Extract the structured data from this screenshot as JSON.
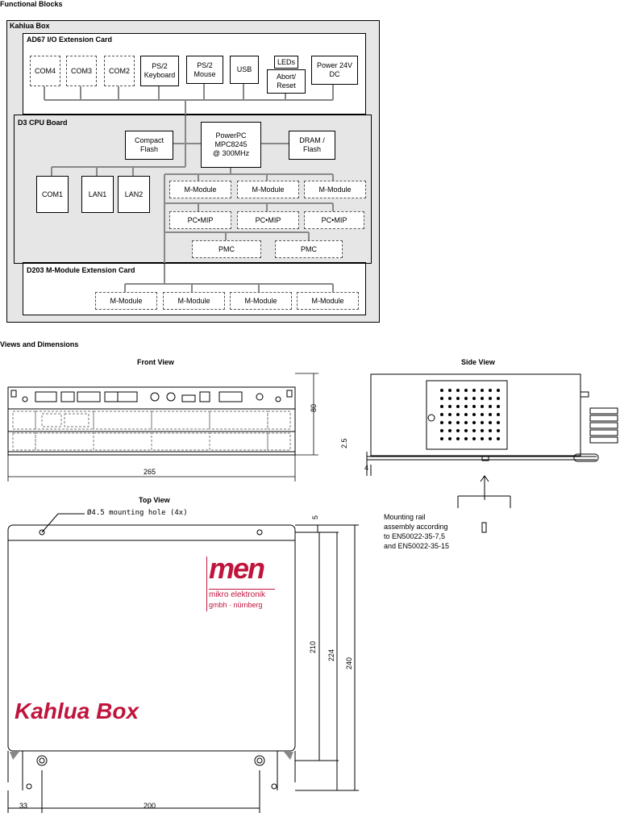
{
  "sections": {
    "functional_blocks": "Functional Blocks",
    "views_dimensions": "Views and Dimensions"
  },
  "box": {
    "title": "Kahlua Box",
    "io_card": {
      "title": "AD67 I/O Extension Card",
      "com4": "COM4",
      "com3": "COM3",
      "com2": "COM2",
      "ps2_keyboard": "PS/2\nKeyboard",
      "ps2_mouse": "PS/2\nMouse",
      "usb": "USB",
      "leds": "LEDs",
      "abort_reset": "Abort/\nReset",
      "power": "Power 24V\nDC"
    },
    "cpu_board": {
      "title": "D3 CPU Board",
      "compact_flash": "Compact\nFlash",
      "cpu": "PowerPC\nMPC8245\n@ 300MHz",
      "dram": "DRAM /\nFlash",
      "com1": "COM1",
      "lan1": "LAN1",
      "lan2": "LAN2",
      "mmodule": "M-Module",
      "pcmip": "PC•MIP",
      "pmc": "PMC"
    },
    "mmod_card": {
      "title": "D203 M-Module Extension Card",
      "mmodule": "M-Module"
    }
  },
  "views": {
    "front": "Front View",
    "side": "Side View",
    "top": "Top View",
    "dim_80": "80",
    "dim_265": "265",
    "dim_25": "2.5",
    "dim_4": "4",
    "mounting_hole": "Ø4.5 mounting hole (4x)",
    "dim_5": "5",
    "dim_210": "210",
    "dim_224": "224",
    "dim_240": "240",
    "dim_33": "33",
    "dim_200": "200",
    "rail_note": "Mounting rail\nassembly according\nto EN50022-35-7,5\nand EN50022-35-15",
    "logo_word": "men",
    "logo_line1": "mikro elektronik",
    "logo_line2": "gmbh · nürnberg",
    "product_name": "Kahlua Box"
  },
  "colors": {
    "brand": "#c0143c",
    "box_bg": "#e6e6e6"
  }
}
